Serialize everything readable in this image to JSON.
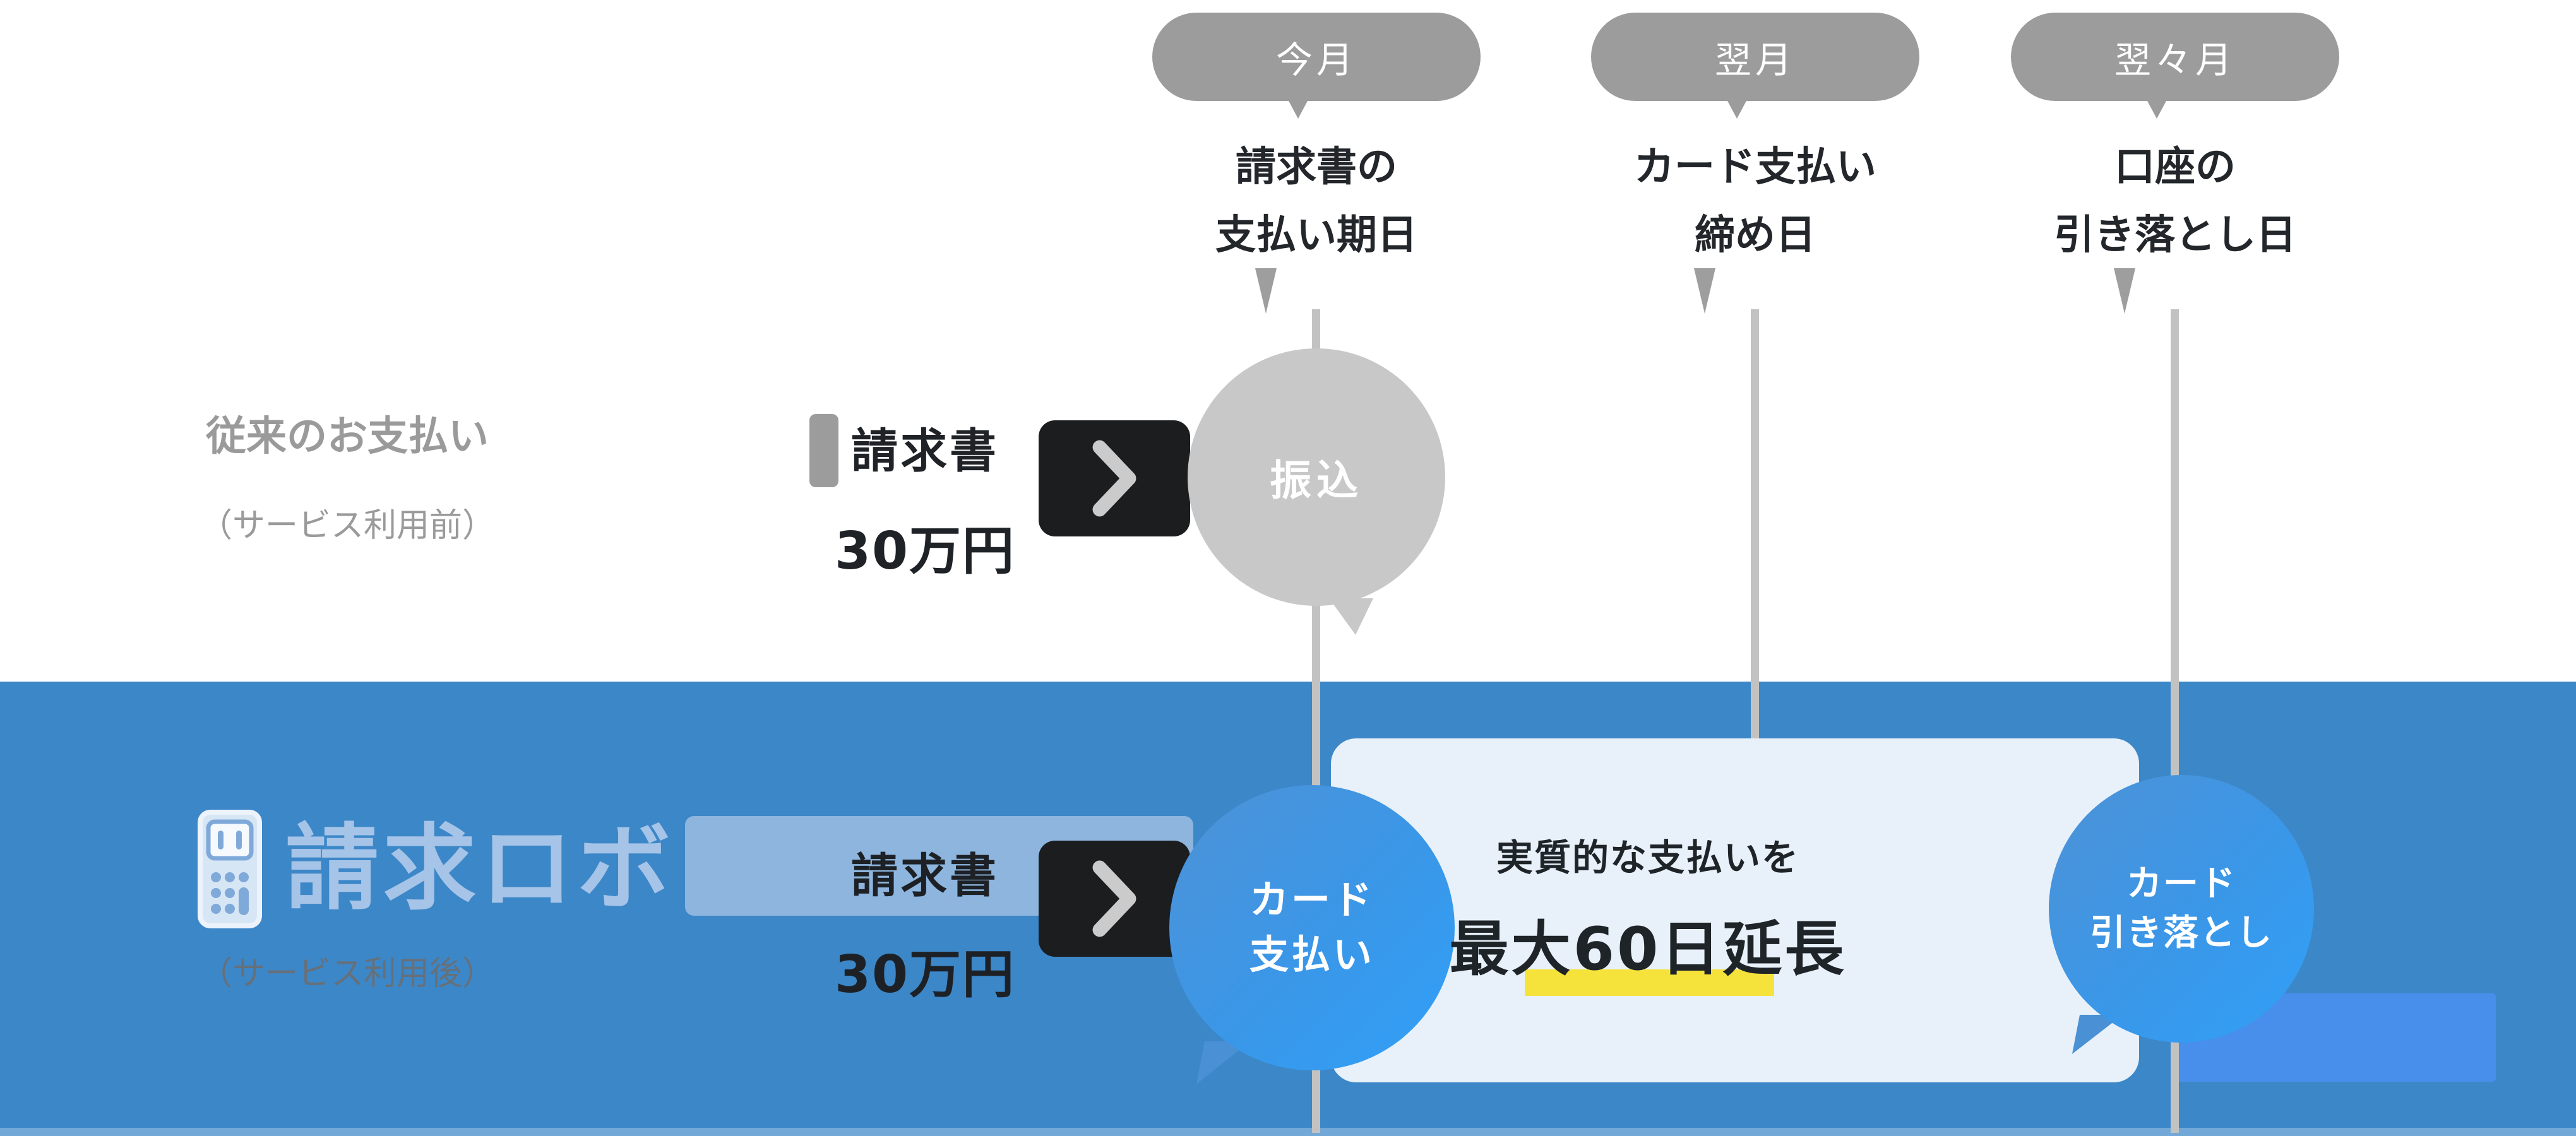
{
  "diagram": {
    "months": [
      "今月",
      "翌月",
      "翌々月"
    ],
    "annotations": [
      {
        "line1": "請求書の",
        "line2": "支払い期日"
      },
      {
        "line1": "カード支払い",
        "line2": "締め日"
      },
      {
        "line1": "口座の",
        "line2": "引き落とし日"
      }
    ],
    "traditional": {
      "label": "従来のお支払い",
      "label_note": "（サービス利用前）",
      "invoice_title": "請求書",
      "invoice_amount": "30万円",
      "bubble": "振込"
    },
    "service": {
      "logo": "請求ロボ",
      "label_note": "（サービス利用後）",
      "invoice_title": "請求書",
      "invoice_amount": "30万円",
      "bubble_pay_line1": "カード",
      "bubble_pay_line2": "支払い",
      "message_line1": "実質的な支払いを",
      "message_line2": "最大60日延長",
      "bubble_debit_line1": "カード",
      "bubble_debit_line2": "引き落とし"
    },
    "colors": {
      "band_blue": "#3c87c8",
      "bubble_gradient_start": "#4e92d6",
      "bubble_gradient_end": "#30a0f8",
      "pill_gray": "#9c9c9c",
      "circle_gray": "#c8c8c8",
      "panel_light": "#e8f1fa",
      "highlight_yellow": "#f5e33c",
      "logo_blue": "#a6c4e7",
      "dark_chevron_box": "#1b1d1f"
    }
  }
}
